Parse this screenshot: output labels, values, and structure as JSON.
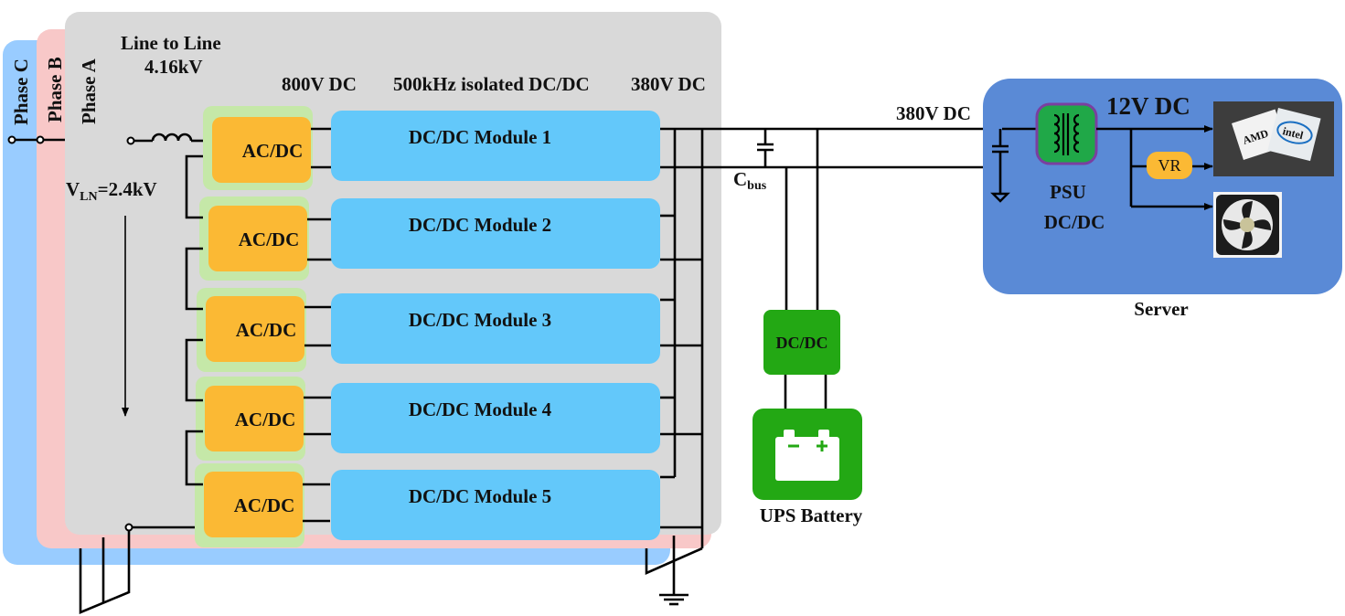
{
  "colors": {
    "phase_a_bg": "#d9d9d9",
    "phase_b_bg": "#f8c8c8",
    "phase_c_bg": "#99ccff",
    "acdc_outer": "#c5e8a8",
    "acdc_inner": "#fbb934",
    "dcdc_module": "#63c8fa",
    "server_bg": "#5a8ad6",
    "psu": "#20a848",
    "psu_border": "#7a3fa0",
    "vr": "#fbb934",
    "ups": "#23a814"
  },
  "phases": {
    "a": "Phase A",
    "b": "Phase B",
    "c": "Phase C"
  },
  "labels": {
    "line_to_line": "Line to Line",
    "line_voltage": "4.16kV",
    "vln_prefix": "V",
    "vln_sub": "LN",
    "vln_value": "=2.4kV",
    "dc_800": "800V DC",
    "isolated": "500kHz isolated DC/DC",
    "dc_380_inside": "380V DC",
    "dc_380_bus": "380V DC",
    "cbus_main": "C",
    "cbus_sub": "bus",
    "dc_12": "12V DC",
    "psu_line1": "PSU",
    "psu_line2": "DC/DC",
    "vr": "VR",
    "server": "Server",
    "ups_converter": "DC/DC",
    "ups_battery": "UPS Battery",
    "cpu_image": "AMD / intel processors",
    "fan_image": "cooling fan"
  },
  "stages": [
    {
      "acdc": "AC/DC",
      "dcdc": "DC/DC Module 1"
    },
    {
      "acdc": "AC/DC",
      "dcdc": "DC/DC Module 2"
    },
    {
      "acdc": "AC/DC",
      "dcdc": "DC/DC Module 3"
    },
    {
      "acdc": "AC/DC",
      "dcdc": "DC/DC Module 4"
    },
    {
      "acdc": "AC/DC",
      "dcdc": "DC/DC Module 5"
    }
  ]
}
